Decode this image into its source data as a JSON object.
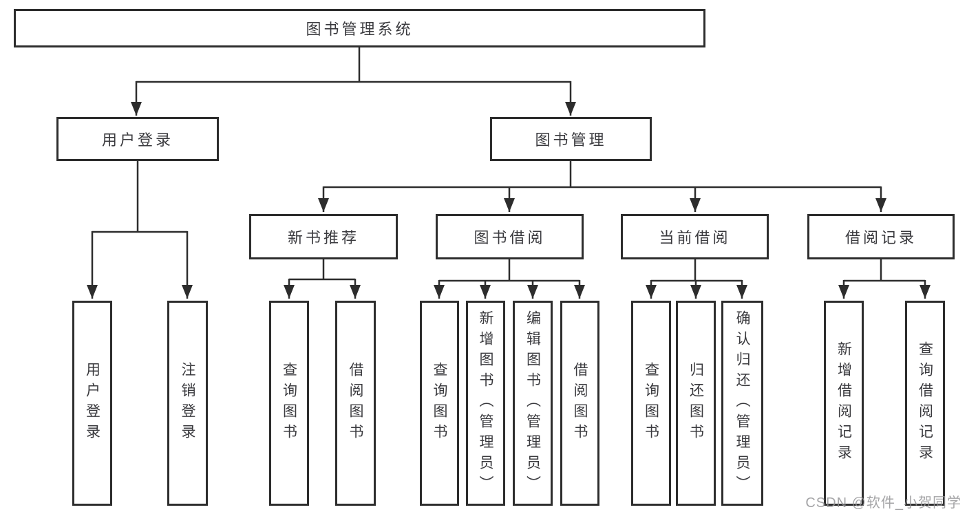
{
  "tree": {
    "label": "图书管理系统",
    "children": [
      {
        "label": "用户登录",
        "children": [
          {
            "label": "用户登录"
          },
          {
            "label": "注销登录"
          }
        ]
      },
      {
        "label": "图书管理",
        "children": [
          {
            "label": "新书推荐",
            "children": [
              {
                "label": "查询图书"
              },
              {
                "label": "借阅图书"
              }
            ]
          },
          {
            "label": "图书借阅",
            "children": [
              {
                "label": "查询图书"
              },
              {
                "label": "新增图书（管理员）"
              },
              {
                "label": "编辑图书（管理员）"
              },
              {
                "label": "借阅图书"
              }
            ]
          },
          {
            "label": "当前借阅",
            "children": [
              {
                "label": "查询图书"
              },
              {
                "label": "归还图书"
              },
              {
                "label": "确认归还（管理员）"
              }
            ]
          },
          {
            "label": "借阅记录",
            "children": [
              {
                "label": "新增借阅记录"
              },
              {
                "label": "查询借阅记录"
              }
            ]
          }
        ]
      }
    ]
  },
  "watermark": "CSDN @软件_小贺同学",
  "colors": {
    "line": "#2d2d2d",
    "text": "#3a3a3e",
    "box_background": "#ffffff",
    "watermark": "#949496"
  }
}
